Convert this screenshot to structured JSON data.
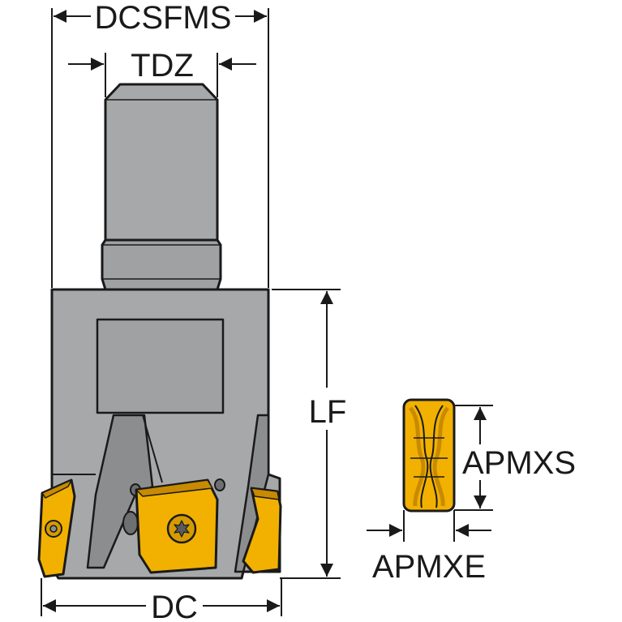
{
  "labels": {
    "dcsfms": "DCSFMS",
    "tdz": "TDZ",
    "lf": "LF",
    "dc": "DC",
    "apmxs": "APMXS",
    "apmxe": "APMXE"
  },
  "colors": {
    "body_gray": "#a7a8aa",
    "body_dark": "#8c8d8f",
    "insert_yellow": "#f2b100",
    "insert_dark": "#c88a00",
    "line": "#1a1a1a"
  },
  "icons": {
    "insert_screw": "torx-screw-icon",
    "arrow": "arrow-icon"
  }
}
